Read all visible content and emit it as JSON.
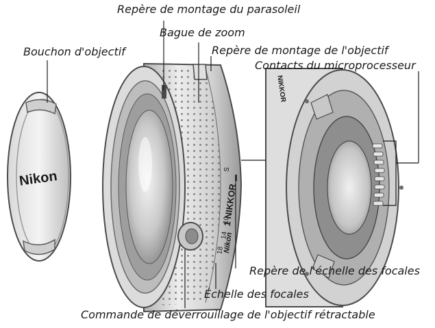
{
  "labels": {
    "hood_mount": "Repère de montage du parasoleil",
    "zoom_ring": "Bague de zoom",
    "lens_cap": "Bouchon d'objectif",
    "lens_mount": "Repère de montage de l'objectif",
    "cpu_contacts": "Contacts du microprocesseur",
    "focal_index": "Repère de l'échelle des focales",
    "focal_scale": "Échelle des focales",
    "retract_button": "Commande de déverrouillage de l'objectif rétractable"
  },
  "markings": {
    "cap_brand": "Nikon",
    "lens_brand": "Nikon",
    "lens_model": "1 NIKKOR",
    "rear_brand": "NIKKOR",
    "focal_values": [
      "10",
      "14",
      "18",
      "S"
    ]
  },
  "colors": {
    "ink": "#1a1a1a",
    "lens_light": "#e6e6e6",
    "lens_mid": "#b5b5b5",
    "lens_dark": "#5c5c5c"
  }
}
